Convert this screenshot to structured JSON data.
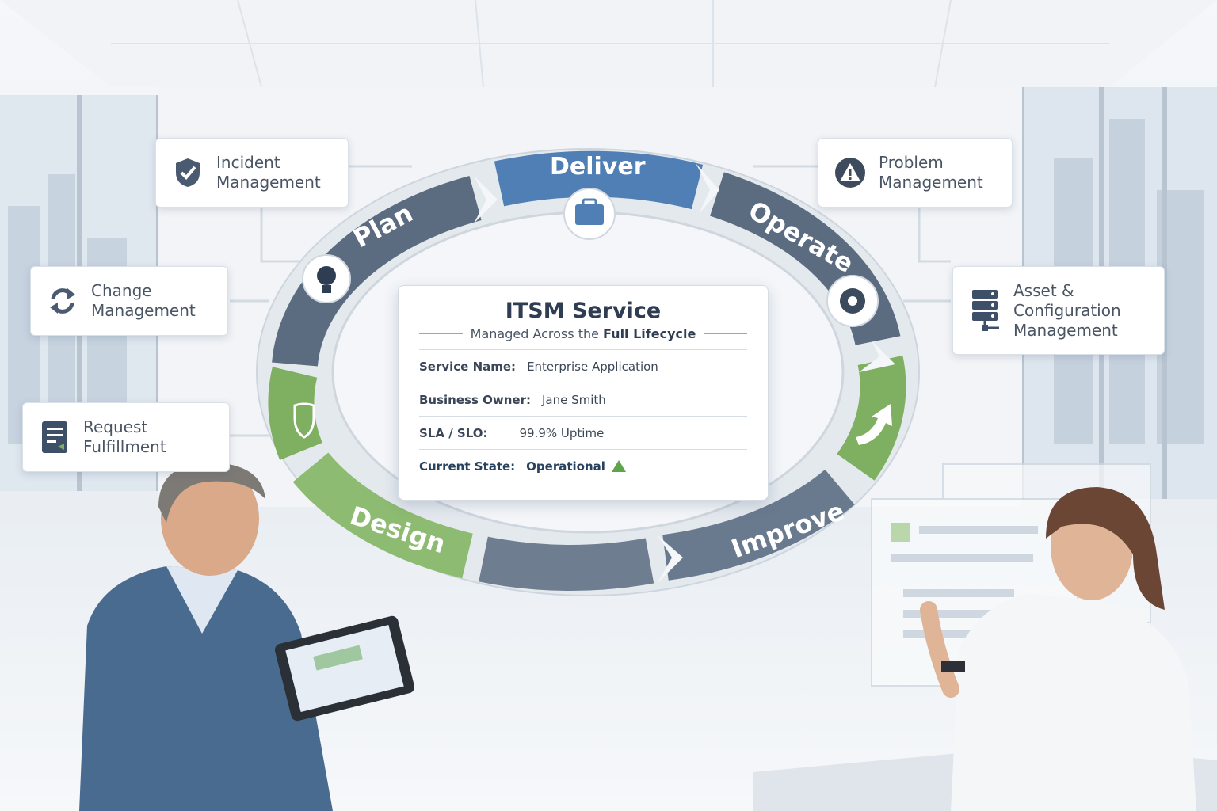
{
  "center": {
    "title": "ITSM Service",
    "subtitle_prefix": "Managed Across the",
    "subtitle_bold": "Full Lifecycle",
    "rows": [
      {
        "key": "Service Name:",
        "value": "Enterprise Application"
      },
      {
        "key": "Business Owner:",
        "value": "Jane Smith"
      },
      {
        "key": "SLA / SLO:",
        "value": "99.9% Uptime"
      },
      {
        "key": "Current State:",
        "value": "Operational"
      }
    ]
  },
  "phases": {
    "plan": "Plan",
    "deliver": "Deliver",
    "operate": "Operate",
    "improve": "Improve",
    "design": "Design"
  },
  "cards": {
    "incident": {
      "line1": "Incident",
      "line2": "Management",
      "icon": "shield-check-icon"
    },
    "change": {
      "line1": "Change",
      "line2": "Management",
      "icon": "refresh-icon"
    },
    "request": {
      "line1": "Request",
      "line2": "Fulfillment",
      "icon": "document-icon"
    },
    "problem": {
      "line1": "Problem",
      "line2": "Management",
      "icon": "warning-icon"
    },
    "asset": {
      "line1": "Asset &",
      "line2": "Configuration",
      "line3": "Management",
      "icon": "server-icon"
    }
  },
  "colors": {
    "slate": "#5b6b80",
    "blue": "#4f7fb4",
    "green": "#7fb062",
    "text_dark": "#2e3d52"
  }
}
